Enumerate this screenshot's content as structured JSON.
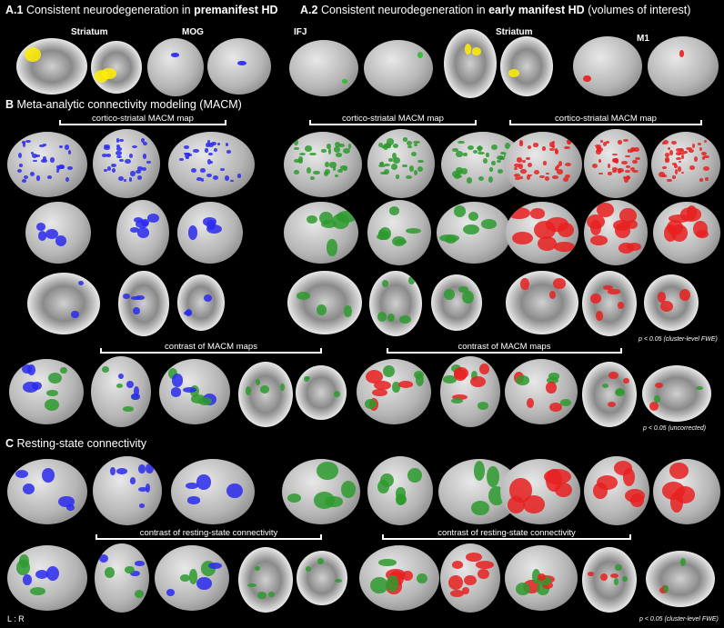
{
  "panel_a1": {
    "prefix": "A.1",
    "text": "Consistent neurodegeneration in",
    "bold": "premanifest HD",
    "labels": [
      "Striatum",
      "MOG"
    ]
  },
  "panel_a2": {
    "prefix": "A.2",
    "text": "Consistent neurodegeneration in",
    "bold": "early manifest HD",
    "suffix": "(volumes of interest)",
    "labels": [
      "IFJ",
      "Striatum",
      "M1"
    ]
  },
  "panel_b": {
    "prefix": "B",
    "title": "Meta-analytic connectivity modeling (MACM)",
    "map_label": "cortico-striatal MACM map",
    "contrast_label": "contrast of MACM maps",
    "threshold_fwe": "p < 0.05 (cluster-level FWE)",
    "threshold_uncorrected": "p < 0.05 (uncorrected)"
  },
  "panel_c": {
    "prefix": "C",
    "title": "Resting-state connectivity",
    "contrast_label": "contrast of resting-state connectivity",
    "threshold_fwe": "p < 0.05 (cluster-level FWE)"
  },
  "orientation": "L : R",
  "colors": {
    "striatum": "#ffee00",
    "mog": "#1a1aff",
    "ifj": "#22c022",
    "m1": "#ee1111",
    "premanifest": "#2a2aee",
    "early_manifest_ifj": "#2e9a2e",
    "early_manifest_m1": "#e82020"
  }
}
